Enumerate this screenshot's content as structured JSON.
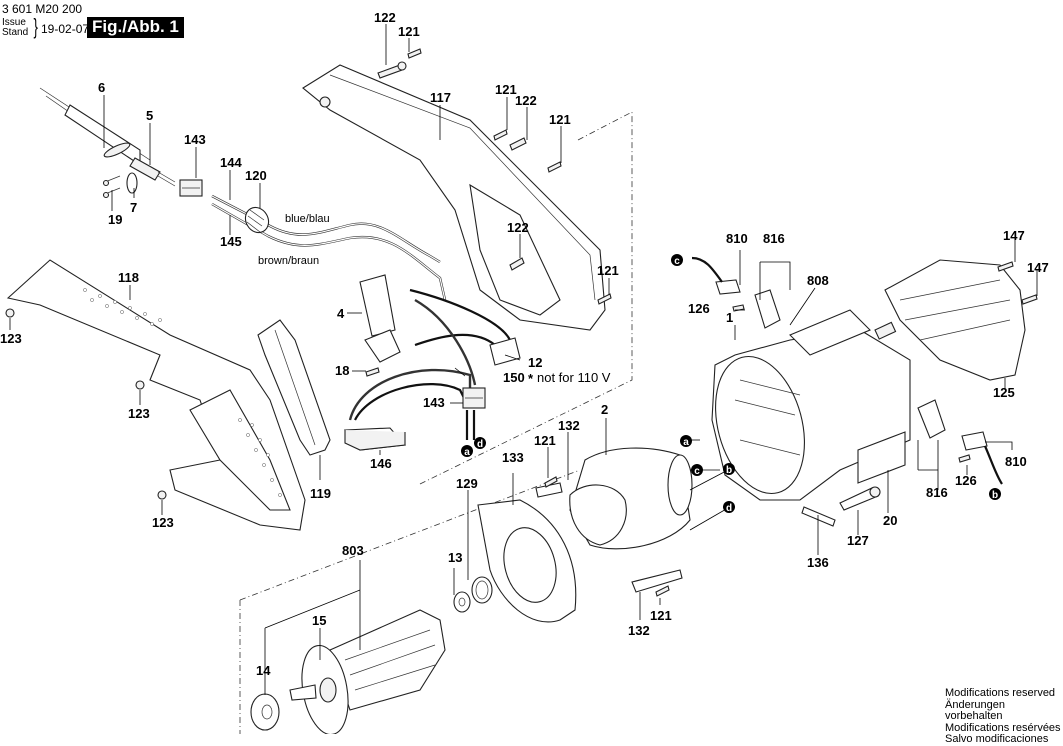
{
  "header": {
    "part_number": "3 601 M20 200",
    "issue_label": "Issue",
    "stand_label": "Stand",
    "date": "19-02-07",
    "figure_label": "Fig./Abb. 1"
  },
  "footer": {
    "modifications": [
      "Modifications reserved",
      "Änderungen vorbehalten",
      "Modifications resérvées",
      "Salvo modificaciones"
    ]
  },
  "wire_labels": {
    "blue": "blue/blau",
    "brown": "brown/braun"
  },
  "notes": {
    "not_for_110v": "not for 110 V",
    "asterisk": "*"
  },
  "connectors": {
    "a": "a",
    "b": "b",
    "c": "c",
    "d": "d"
  },
  "parts": {
    "p1": "1",
    "p2": "2",
    "p4": "4",
    "p5": "5",
    "p6": "6",
    "p7": "7",
    "p12": "12",
    "p13": "13",
    "p14": "14",
    "p15": "15",
    "p18": "18",
    "p19": "19",
    "p20": "20",
    "p117": "117",
    "p118": "118",
    "p119": "119",
    "p120": "120",
    "p121": "121",
    "p122": "122",
    "p123": "123",
    "p125": "125",
    "p126": "126",
    "p127": "127",
    "p129": "129",
    "p132": "132",
    "p133": "133",
    "p136": "136",
    "p143": "143",
    "p144": "144",
    "p145": "145",
    "p146": "146",
    "p147": "147",
    "p150": "150",
    "p803": "803",
    "p808": "808",
    "p810": "810",
    "p816": "816"
  }
}
